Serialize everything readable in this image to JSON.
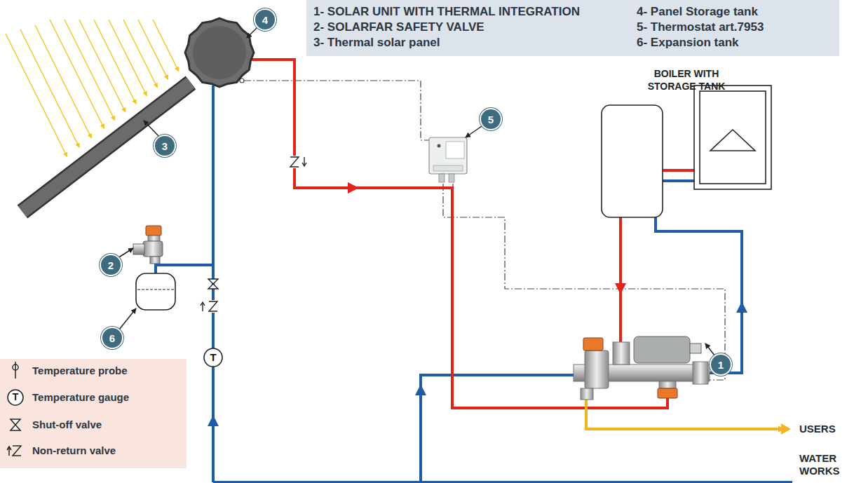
{
  "diagram": {
    "nodes": [
      {
        "text": [
          "1- SOLAR UNIT WITH THERMAL INTEGRATION",
          "2- SOLARFAR SAFETY VALVE",
          "3- Thermal solar panel",
          "4- Panel Storage tank",
          "5- Thermostat art.7953",
          "6- Expansion tank"
        ]
      },
      {
        "text": [
          "4"
        ]
      },
      {
        "text": [
          "BOILER WITH STORAGE TANK"
        ]
      },
      {
        "text": [
          "5"
        ]
      },
      {
        "text": [
          "3"
        ]
      },
      {
        "text": [
          "2"
        ]
      },
      {
        "text": [
          "6"
        ]
      },
      {
        "text": [
          "1"
        ]
      }
    ],
    "labels": [
      "USERS",
      "WATER WORKS",
      "T",
      "T"
    ],
    "legend": [
      {
        "text": "Temperature probe"
      },
      {
        "text": "Temperature gauge"
      },
      {
        "text": "Shut-off valve"
      },
      {
        "text": "Non-return valve"
      }
    ]
  }
}
